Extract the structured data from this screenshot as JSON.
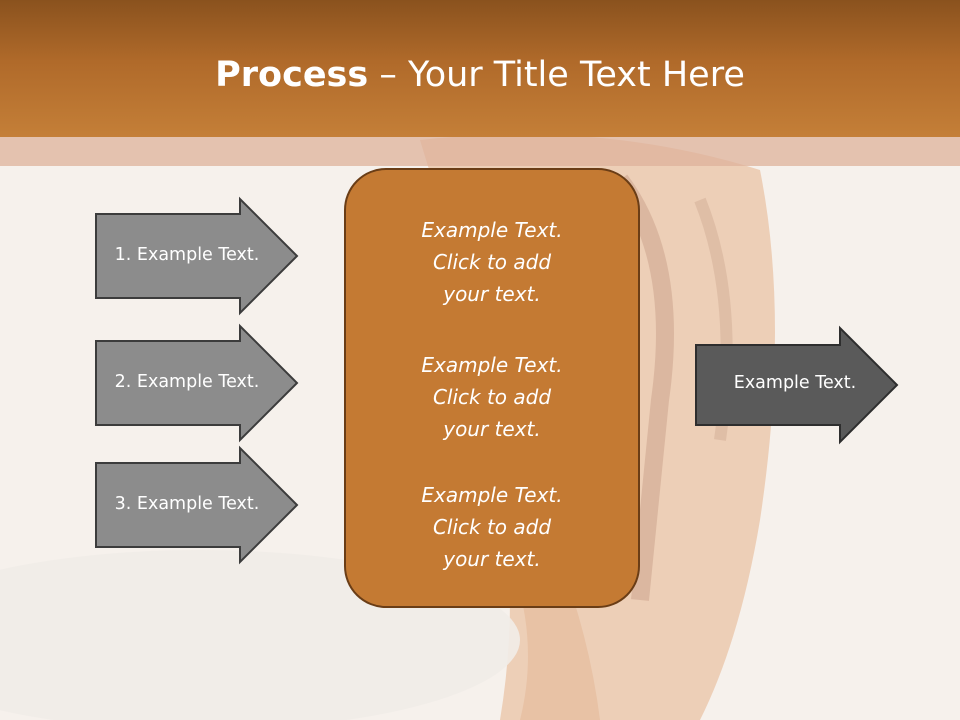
{
  "slide": {
    "title_strong": "Process",
    "title_rest": " – Your Title Text Here"
  },
  "inputs": [
    {
      "label": "1. Example Text."
    },
    {
      "label": "2. Example Text."
    },
    {
      "label": "3. Example Text."
    }
  ],
  "center": {
    "blocks": [
      {
        "lines": [
          "Example Text.",
          "Click  to add",
          "your text."
        ]
      },
      {
        "lines": [
          "Example Text.",
          "Click  to add",
          "your text."
        ]
      },
      {
        "lines": [
          "Example Text.",
          "Click  to add",
          "your text."
        ]
      }
    ]
  },
  "output": {
    "label": "Example Text."
  },
  "colors": {
    "header": "#b06a2a",
    "box_fill": "#c47a33",
    "input_arrow": "#8c8c8c",
    "output_arrow": "#5a5a5a"
  }
}
